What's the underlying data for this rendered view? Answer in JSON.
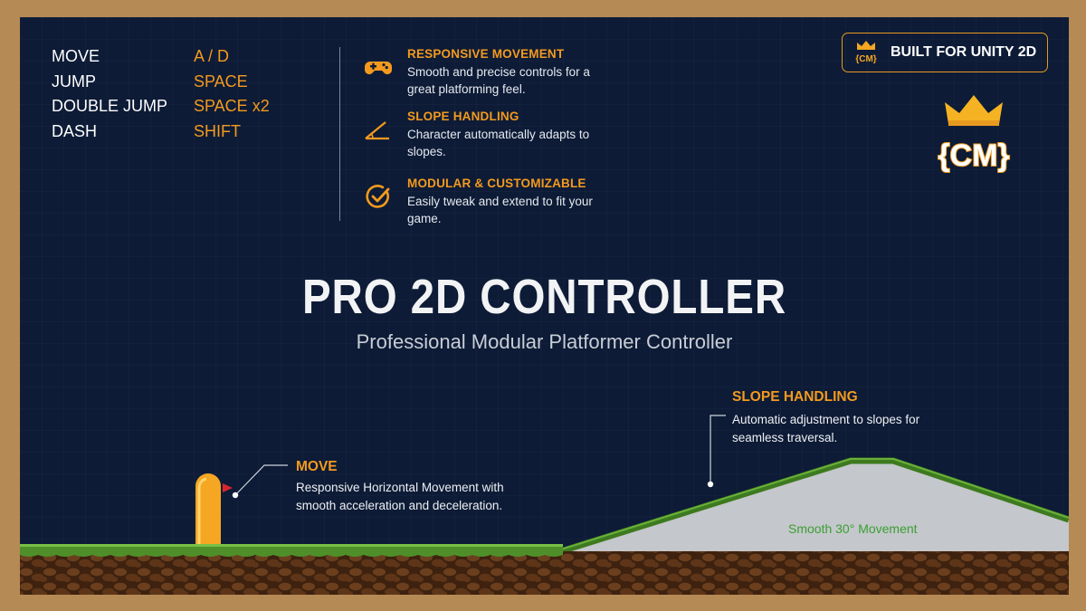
{
  "controls": [
    {
      "action": "MOVE",
      "key": "A / D"
    },
    {
      "action": "JUMP",
      "key": "SPACE"
    },
    {
      "action": "DOUBLE JUMP",
      "key": "SPACE x2"
    },
    {
      "action": "DASH",
      "key": "SHIFT"
    }
  ],
  "features": [
    {
      "icon": "gamepad-icon",
      "title": "RESPONSIVE MOVEMENT",
      "desc": "Smooth and precise controls for a great platforming feel."
    },
    {
      "icon": "slope-angle-icon",
      "title": "SLOPE HANDLING",
      "desc": "Character automatically adapts to slopes."
    },
    {
      "icon": "check-circle-icon",
      "title": "MODULAR & CUSTOMIZABLE",
      "desc": "Easily tweak and extend to fit your game."
    }
  ],
  "badge": {
    "text": "BUILT FOR UNITY 2D",
    "logo_text": "{CM}"
  },
  "logo": {
    "text": "{CM}"
  },
  "hero": {
    "title": "PRO 2D CONTROLLER",
    "subtitle": "Professional Modular Platformer Controller"
  },
  "callouts": {
    "move": {
      "title": "MOVE",
      "desc": "Responsive Horizontal Movement with smooth acceleration and deceleration."
    },
    "slope": {
      "title": "SLOPE HANDLING",
      "desc": "Automatic adjustment to slopes for seamless traversal."
    }
  },
  "slope_label": "Smooth 30° Movement",
  "colors": {
    "background": "#0d1b36",
    "accent": "#f39a1e",
    "grass": "#4f8f2a",
    "dirt": "#5a3418",
    "slope": "#c4c7cb",
    "character": "#f5a623",
    "frame": "#b58a55"
  }
}
